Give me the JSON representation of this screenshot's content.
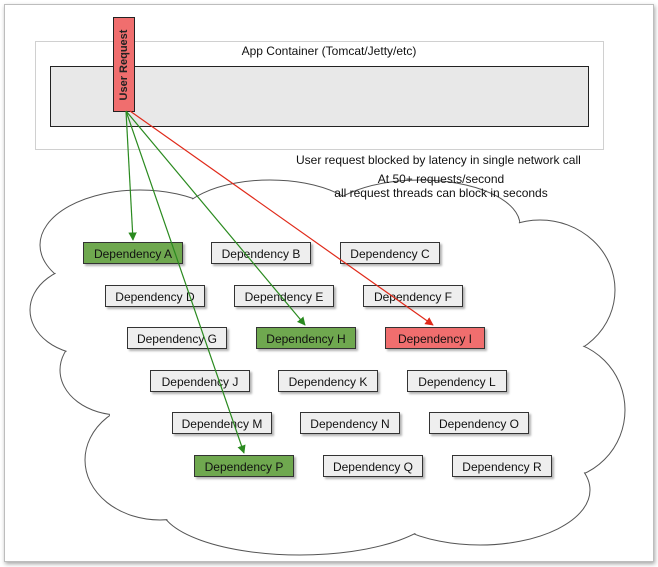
{
  "container": {
    "title": "App Container (Tomcat/Jetty/etc)"
  },
  "user_request": {
    "label": "User Request"
  },
  "notes": {
    "blocked": "User request blocked by latency in single network call",
    "line1": "At 50+ requests/second",
    "line2": "all request threads can block in seconds"
  },
  "colors": {
    "green": "#6fa84f",
    "red": "#f06e6e",
    "gray": "#eeeeee",
    "green_arrow": "#2a8a1f",
    "red_arrow": "#e02a1a"
  },
  "dependencies": [
    {
      "label": "Dependency A",
      "state": "green"
    },
    {
      "label": "Dependency B",
      "state": "normal"
    },
    {
      "label": "Dependency C",
      "state": "normal"
    },
    {
      "label": "Dependency D",
      "state": "normal"
    },
    {
      "label": "Dependency E",
      "state": "normal"
    },
    {
      "label": "Dependency F",
      "state": "normal"
    },
    {
      "label": "Dependency G",
      "state": "normal"
    },
    {
      "label": "Dependency H",
      "state": "green"
    },
    {
      "label": "Dependency I",
      "state": "red"
    },
    {
      "label": "Dependency J",
      "state": "normal"
    },
    {
      "label": "Dependency K",
      "state": "normal"
    },
    {
      "label": "Dependency L",
      "state": "normal"
    },
    {
      "label": "Dependency M",
      "state": "normal"
    },
    {
      "label": "Dependency N",
      "state": "normal"
    },
    {
      "label": "Dependency O",
      "state": "normal"
    },
    {
      "label": "Dependency P",
      "state": "green"
    },
    {
      "label": "Dependency Q",
      "state": "normal"
    },
    {
      "label": "Dependency R",
      "state": "normal"
    }
  ]
}
